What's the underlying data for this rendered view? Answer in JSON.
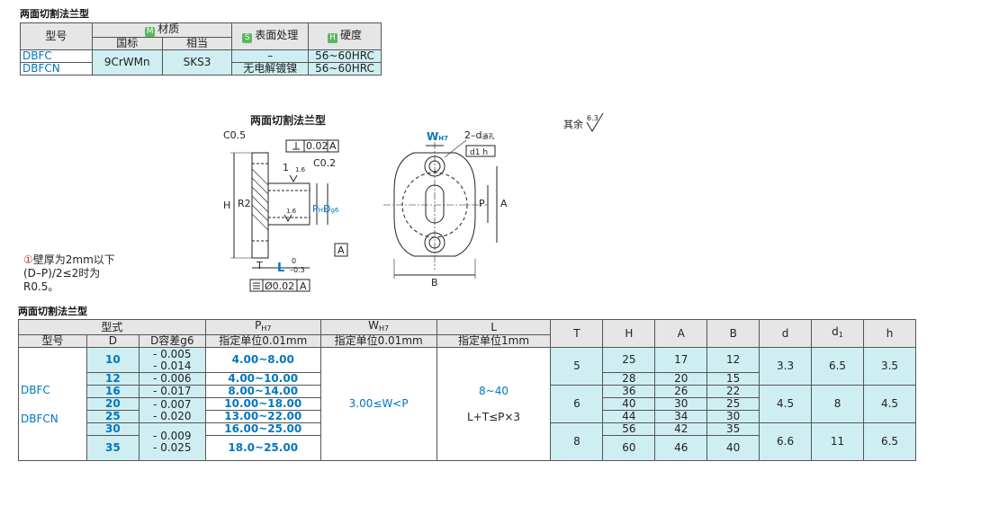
{
  "top_section_title": "两面切割法兰型",
  "mat_table": {
    "h_model": "型号",
    "tag_m": "M",
    "h_material": "材质",
    "h_guobiao": "国标",
    "h_xiangdang": "相当",
    "tag_s": "S",
    "h_surface": "表面处理",
    "tag_h": "H",
    "h_hardness": "硬度",
    "rows": [
      {
        "model": "DBFC",
        "surface": "–",
        "hardness": "56~60HRC"
      },
      {
        "model": "DBFCN",
        "surface": "无电解镀镍",
        "hardness": "56~60HRC"
      }
    ],
    "guobiao": "9CrWMn",
    "xiangdang": "SKS3"
  },
  "drawing": {
    "title": "两面切割法兰型",
    "c05": "C0.5",
    "c02": "C0.2",
    "perp_tol": "0.02",
    "datum": "A",
    "one": "1",
    "rough16a": "1.6",
    "rough16b": "1.6",
    "r2": "R2",
    "h": "H",
    "p": "P",
    "p_sub": "H7",
    "d": "D",
    "d_sub": "g6",
    "t": "T",
    "l": "L",
    "l_tol_up": "0",
    "l_tol_dn": "–0.3",
    "sym_tol": "Ø0.02",
    "w": "W",
    "w_sub": "H7",
    "holes": "2–d",
    "holes_sub": "通孔",
    "cb": "d1",
    "cb_depth": "h",
    "a": "A",
    "b": "B",
    "rest": "其余",
    "rest_val": "6.3"
  },
  "note": {
    "marker": "①",
    "lines": [
      "壁厚为2mm以下",
      "(D–P)/2≤2时为",
      "R0.5。"
    ]
  },
  "bottom_section_title": "两面切割法兰型",
  "main_table": {
    "h_type": "型式",
    "h_model": "型号",
    "h_D": "D",
    "h_Dtol": "D容差g6",
    "h_P": "P",
    "h_P_sub": "H7",
    "h_P_unit": "指定单位0.01mm",
    "h_W": "W",
    "h_W_sub": "H7",
    "h_W_unit": "指定单位0.01mm",
    "h_L": "L",
    "h_L_unit": "指定单位1mm",
    "h_T": "T",
    "h_H": "H",
    "h_A": "A",
    "h_B": "B",
    "h_d": "d",
    "h_d1": "d",
    "h_d1_sub": "1",
    "h_h": "h",
    "models": [
      "DBFC",
      "DBFCN"
    ],
    "W_value": "3.00≤W<P",
    "L_range": "8~40",
    "L_rule": "L+T≤P×3",
    "D": [
      "10",
      "12",
      "16",
      "20",
      "25",
      "30",
      "35"
    ],
    "Dtol": {
      "g10a": "- 0.005",
      "g10b": "- 0.014",
      "g12": "- 0.006",
      "g16": "- 0.017",
      "g2025a": "- 0.007",
      "g2025b": "- 0.020",
      "g35a": "- 0.009",
      "g35b": "- 0.025"
    },
    "P": [
      "4.00~8.00",
      "4.00~10.00",
      "8.00~14.00",
      "10.00~18.00",
      "13.00~22.00",
      "16.00~25.00",
      "18.0~25.00"
    ],
    "T": [
      "5",
      "6",
      "8"
    ],
    "H": [
      "25",
      "28",
      "36",
      "40",
      "44",
      "56",
      "60"
    ],
    "A": [
      "17",
      "20",
      "26",
      "30",
      "34",
      "42",
      "46"
    ],
    "B": [
      "12",
      "15",
      "22",
      "25",
      "30",
      "35",
      "40"
    ],
    "d": [
      "3.3",
      "4.5",
      "6.6"
    ],
    "d1": [
      "6.5",
      "8",
      "11"
    ],
    "h": [
      "3.5",
      "4.5",
      "6.5"
    ]
  }
}
